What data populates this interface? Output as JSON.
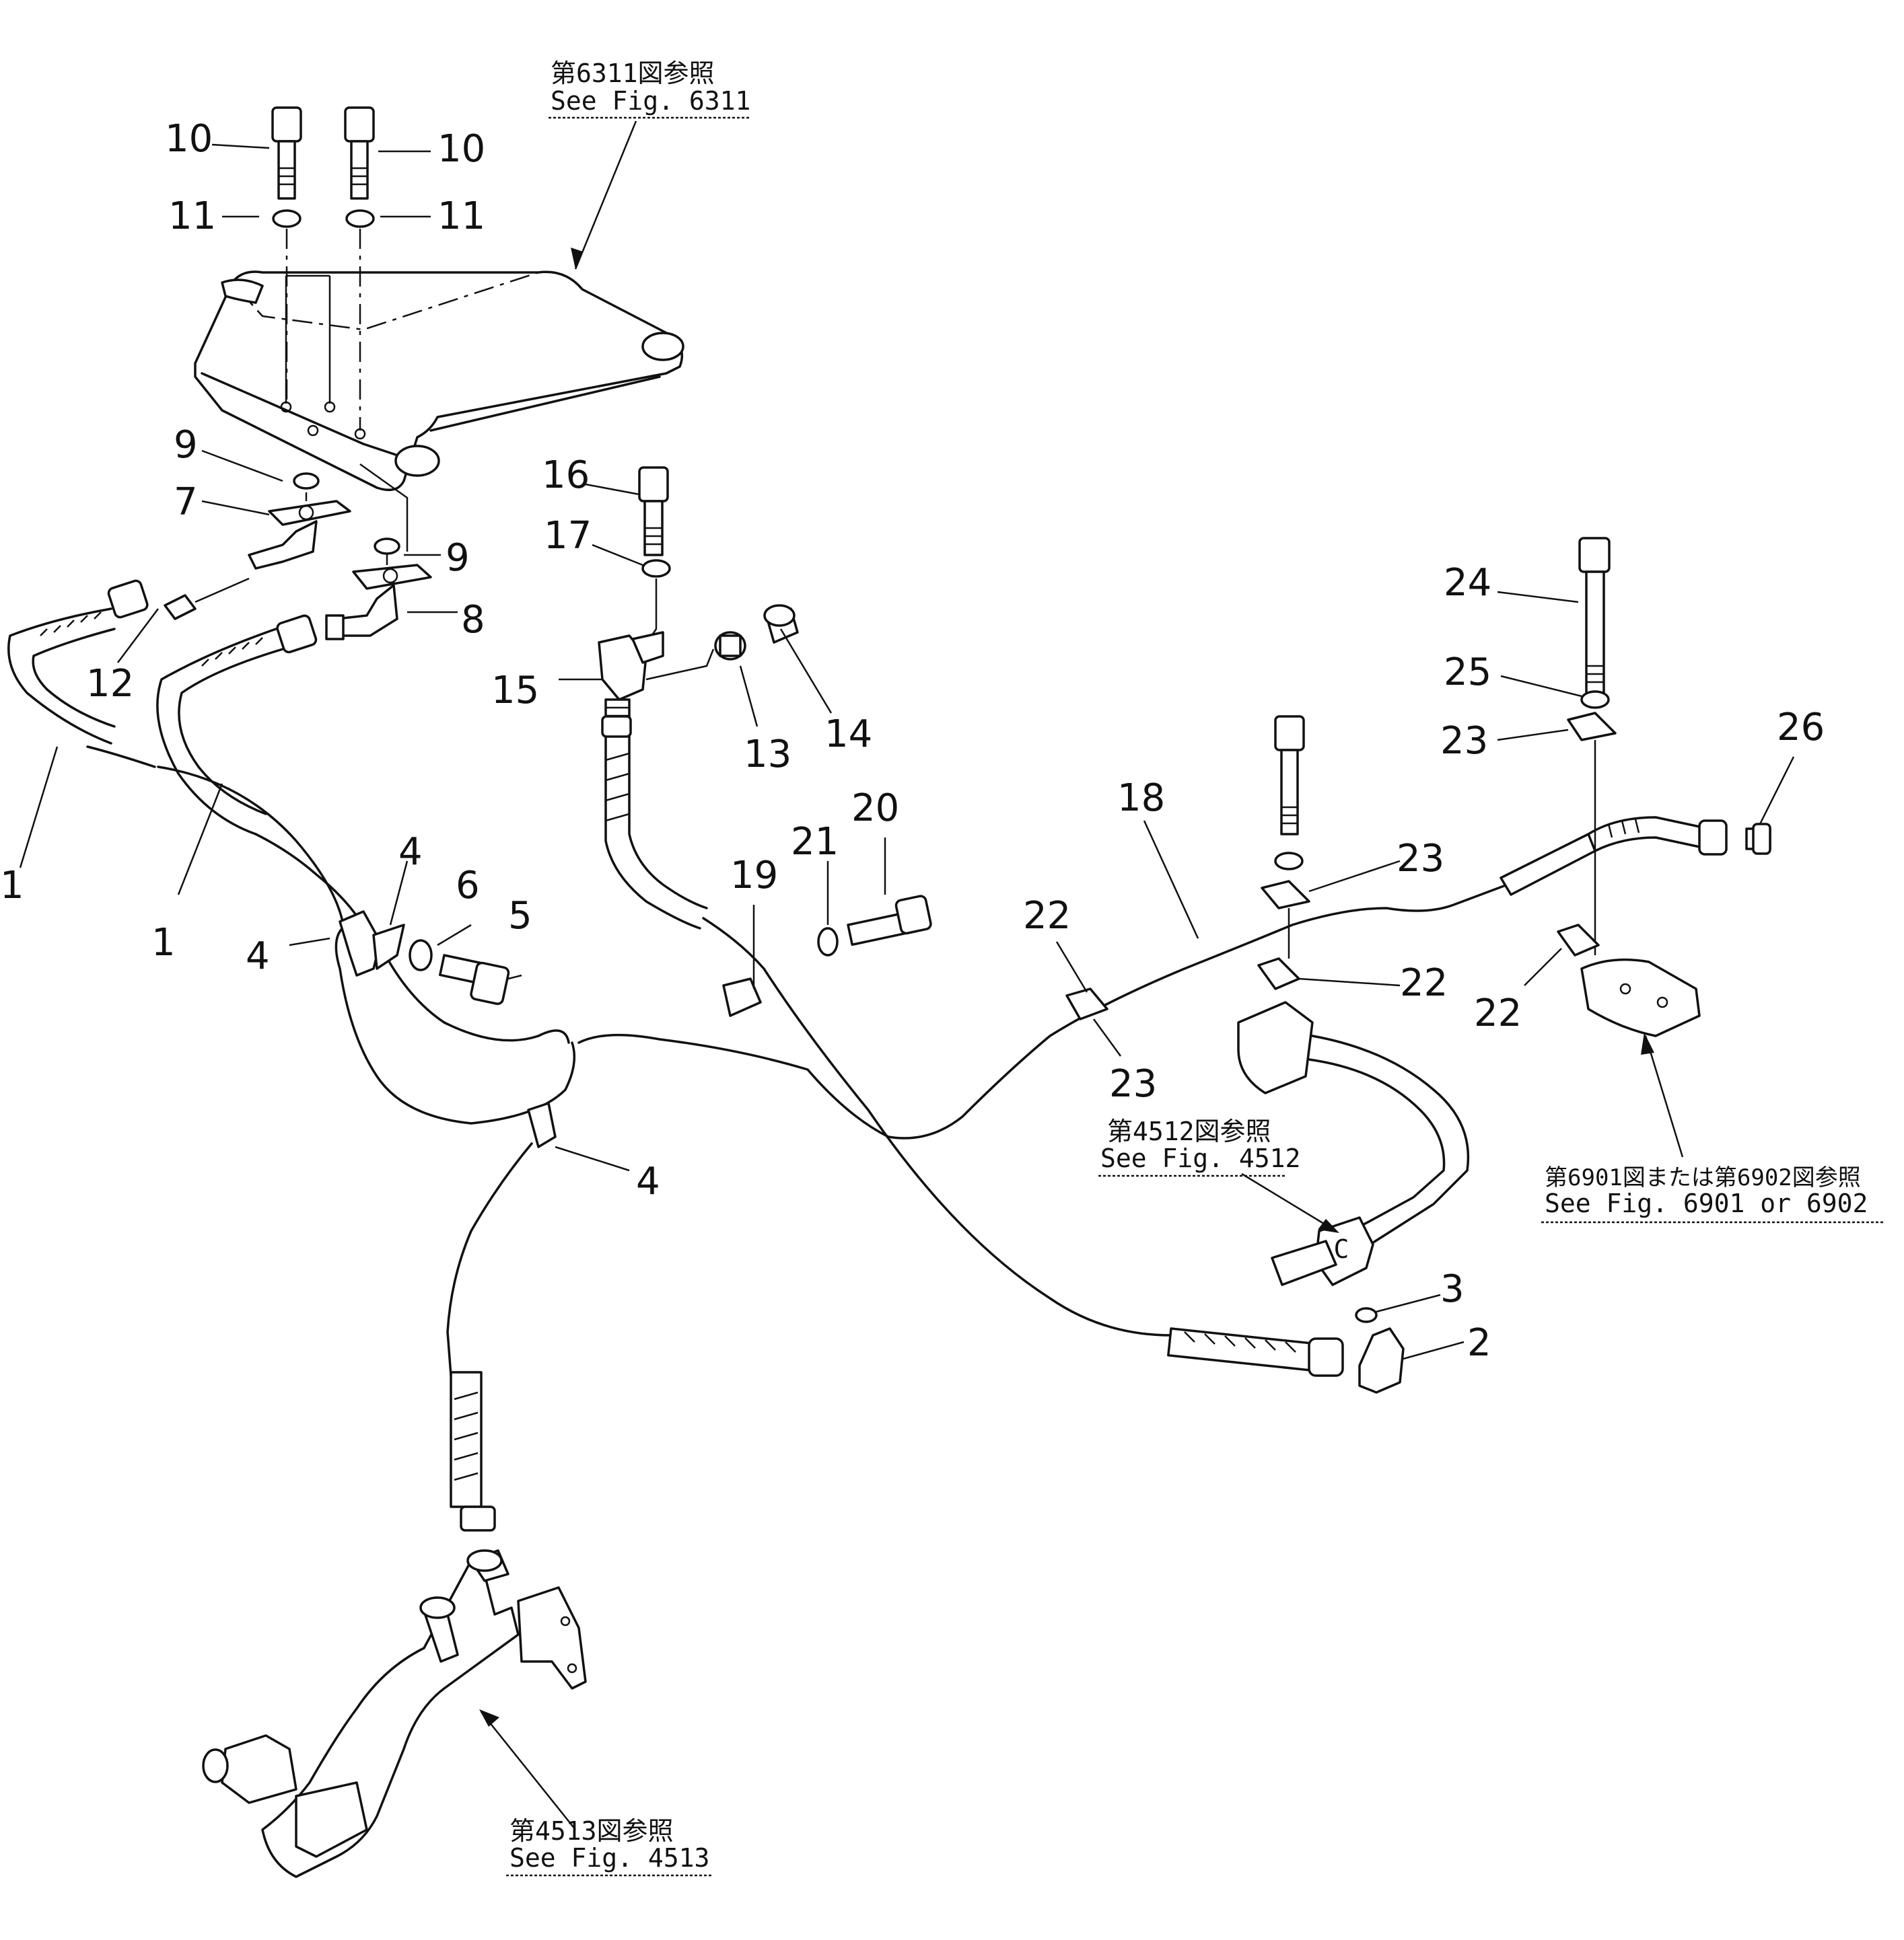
{
  "labels": {
    "p1a": "1",
    "p1b": "1",
    "p2": "2",
    "p3": "3",
    "p4a": "4",
    "p4b": "4",
    "p4c": "4",
    "p5": "5",
    "p6": "6",
    "p7": "7",
    "p8": "8",
    "p9a": "9",
    "p9b": "9",
    "p10a": "10",
    "p10b": "10",
    "p11a": "11",
    "p11b": "11",
    "p12": "12",
    "p13": "13",
    "p14": "14",
    "p15": "15",
    "p16": "16",
    "p17": "17",
    "p18": "18",
    "p19": "19",
    "p20": "20",
    "p21": "21",
    "p22a": "22",
    "p22b": "22",
    "p22c": "22",
    "p23a": "23",
    "p23b": "23",
    "p23c": "23",
    "p24": "24",
    "p25": "25",
    "p26": "26"
  },
  "refs": {
    "fig6311": {
      "jp": "第6311図参照",
      "en": "See  Fig. 6311"
    },
    "fig4512": {
      "jp": "第4512図参照",
      "en": "See  Fig. 4512"
    },
    "fig4513": {
      "jp": "第4513図参照",
      "en": "See  Fig. 4513"
    },
    "fig6901": {
      "jp": "第6901図または第6902図参照",
      "en": "See  Fig. 6901  or  6902"
    }
  },
  "connector_mark": "C"
}
